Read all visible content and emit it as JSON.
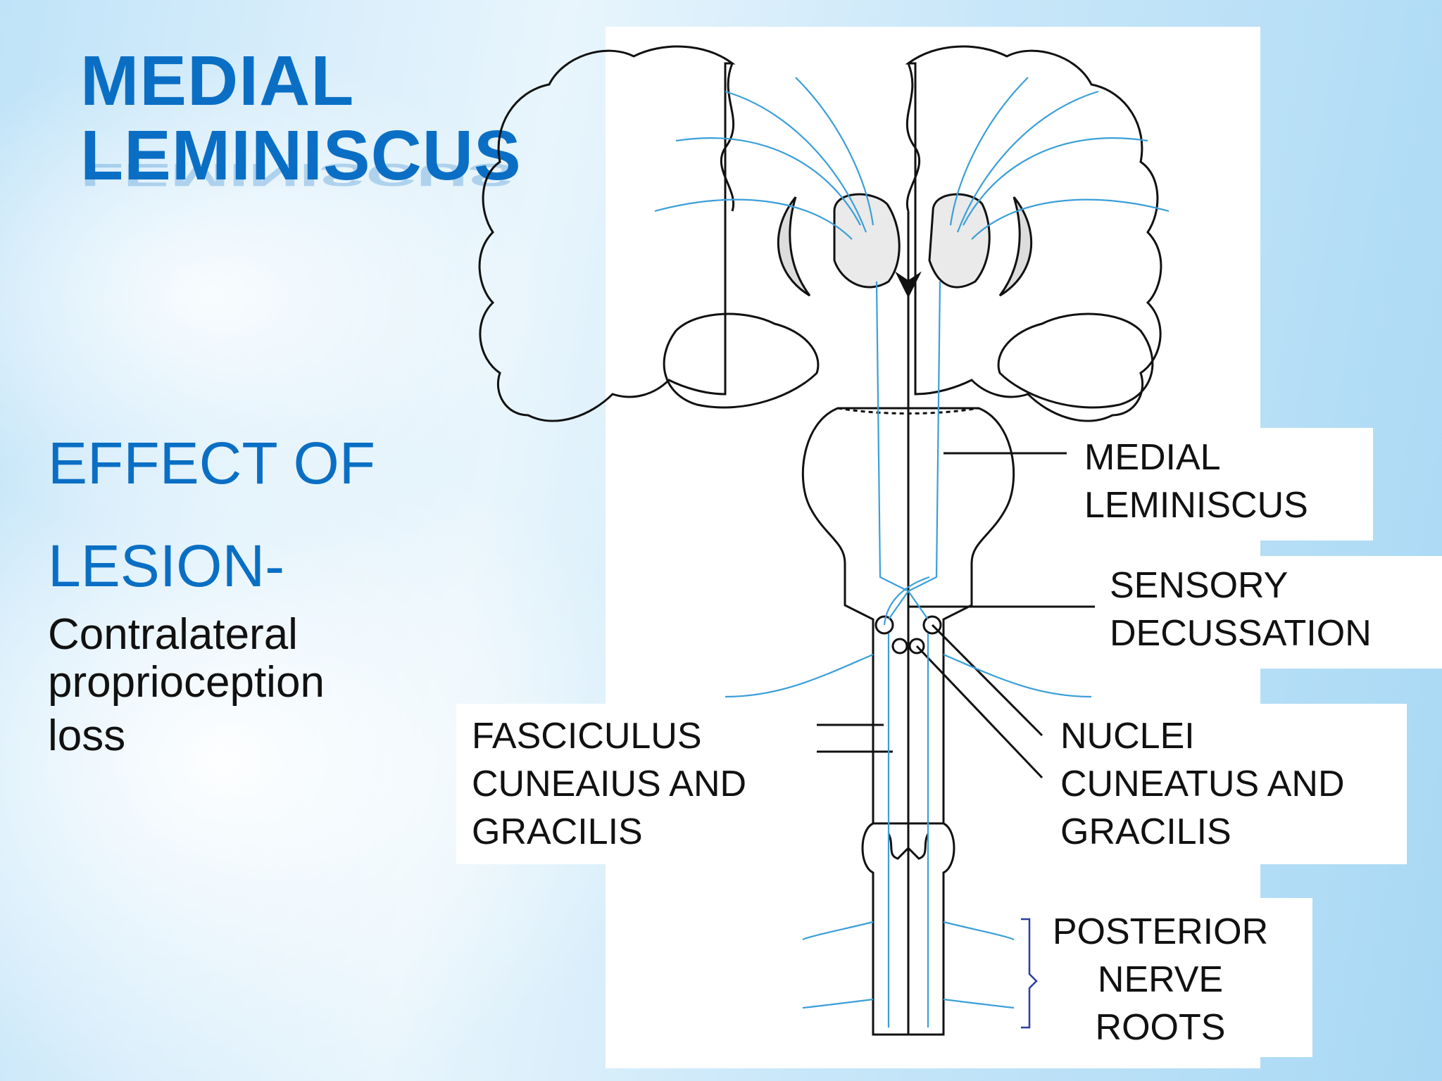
{
  "slide": {
    "title": [
      "MEDIAL",
      "LEMINISCUS"
    ],
    "effect_heading": [
      "EFFECT OF",
      "LESION-"
    ],
    "effect_body": [
      "Contralateral",
      "proprioception",
      "loss"
    ]
  },
  "diagram": {
    "labels": {
      "medial_leminiscus": [
        "MEDIAL",
        "LEMINISCUS"
      ],
      "sensory_decussation": [
        "SENSORY",
        "DECUSSATION"
      ],
      "nuclei": [
        "NUCLEI",
        "CUNEATUS AND",
        "GRACILIS"
      ],
      "fasciculus": [
        "FASCICULUS",
        "CUNEAIUS AND",
        "GRACILIS"
      ],
      "posterior_roots": [
        "POSTERIOR",
        "NERVE",
        "ROOTS"
      ]
    }
  },
  "colors": {
    "title_blue": "#0a6fc4",
    "fiber_blue": "#3a9fd8",
    "outline": "#111111",
    "background_light": "#e8f5fc",
    "background_edge": "#a8d8f4"
  }
}
